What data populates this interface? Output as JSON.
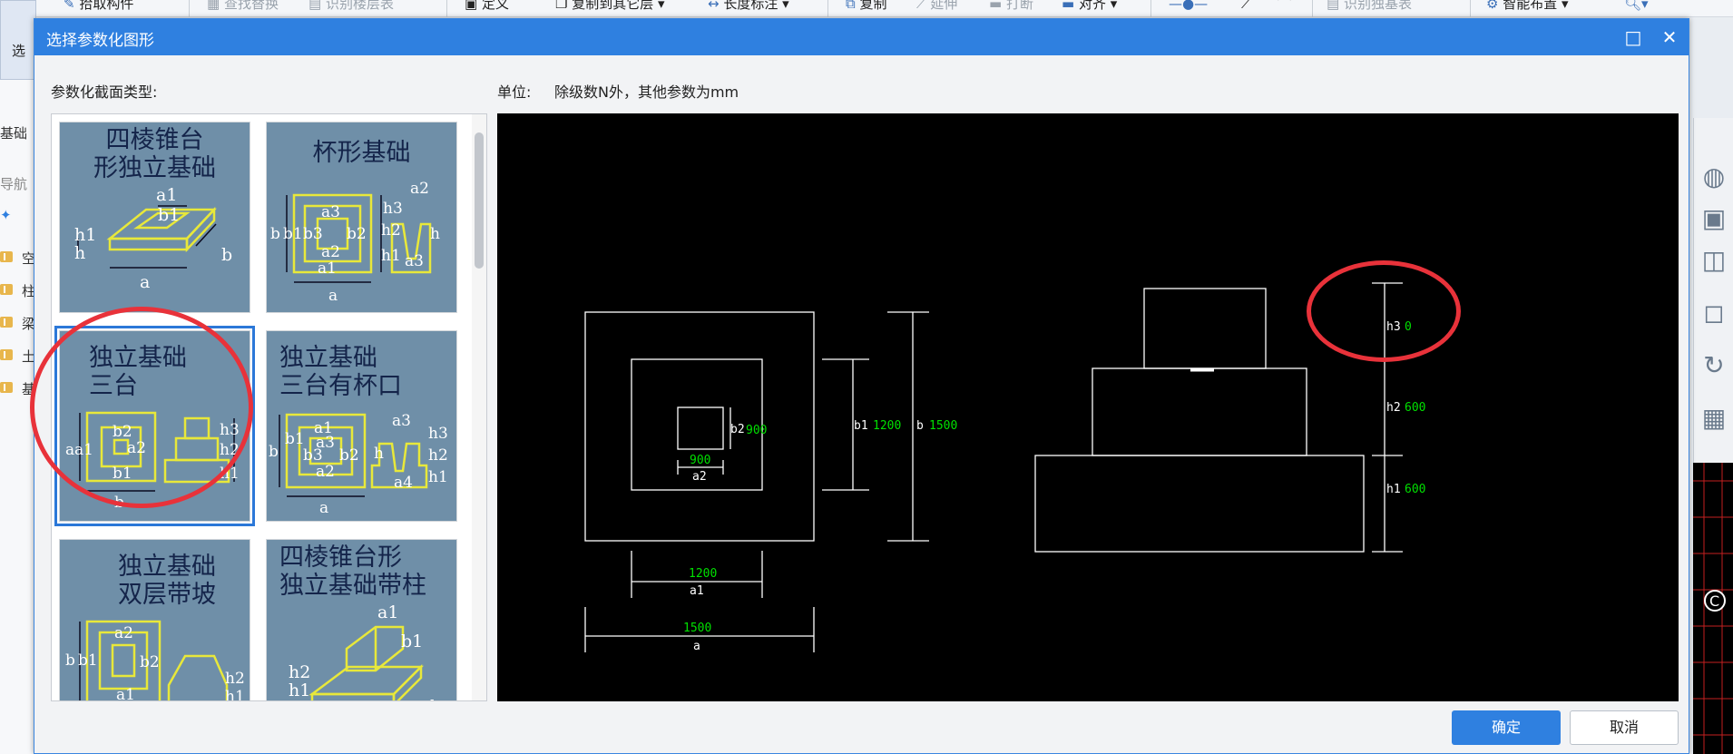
{
  "toolbar": {
    "items": [
      {
        "label": "拾取构件",
        "dim": false
      },
      {
        "label": "查找替换",
        "dim": true
      },
      {
        "label": "识别楼层表",
        "dim": true
      },
      {
        "label": "定义",
        "dim": false
      },
      {
        "label": "复制到其它层 ▾",
        "dim": false
      },
      {
        "label": "长度标注 ▾",
        "dim": false
      },
      {
        "label": "复制",
        "dim": false
      },
      {
        "label": "延伸",
        "dim": true
      },
      {
        "label": "打断",
        "dim": true
      },
      {
        "label": "对齐 ▾",
        "dim": false
      },
      {
        "label": "识别独基表",
        "dim": true
      },
      {
        "label": "智能布置 ▾",
        "dim": false
      }
    ],
    "select_label": "选"
  },
  "left_panel": {
    "tab_label": "基础",
    "nav_label": "导航",
    "items": [
      "空",
      "柱",
      "梁",
      "土",
      "基"
    ]
  },
  "dialog": {
    "title": "选择参数化图形",
    "maximize_icon": "□",
    "close_icon": "✕",
    "types_label": "参数化截面类型:",
    "unit_key": "单位:",
    "unit_value": "除级数N外，其他参数为mm",
    "ok_label": "确定",
    "cancel_label": "取消"
  },
  "gallery": [
    {
      "title": "四棱锥台\n形独立基础",
      "selected": false
    },
    {
      "title": "杯形基础",
      "selected": false
    },
    {
      "title": "独立基础\n三台",
      "selected": true
    },
    {
      "title": "独立基础\n三台有杯口",
      "selected": false
    },
    {
      "title": "独立基础\n双层带坡",
      "selected": false
    },
    {
      "title": "四棱锥台形\n独立基础带柱",
      "selected": false
    }
  ],
  "preview": {
    "plan": {
      "b2_label": "b2",
      "b2_value": "900",
      "a2_label": "a2",
      "a2_value": "900",
      "b1_label": "b1",
      "b1_value": "1200",
      "b_label": "b",
      "b_value": "1500",
      "a1_label": "a1",
      "a1_value": "1200",
      "a_label": "a",
      "a_value": "1500"
    },
    "section": {
      "h3_label": "h3",
      "h3_value": "0",
      "h2_label": "h2",
      "h2_value": "600",
      "h1_label": "h1",
      "h1_value": "600"
    },
    "line_color": "#ffffff",
    "value_color": "#00e000"
  },
  "colors": {
    "accent": "#2f80e0",
    "annotation": "#e8323a",
    "thumb_bg": "#6f8fa8",
    "thumb_line": "#e8e83a"
  }
}
